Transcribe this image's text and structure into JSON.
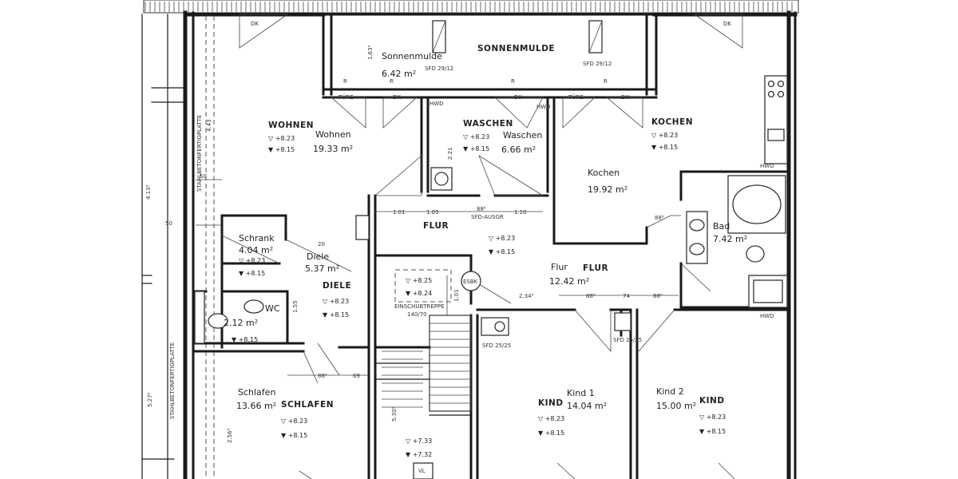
{
  "rooms": {
    "sonnenmulde": {
      "caps": "SONNENMULDE",
      "name": "Sonnenmulde",
      "area": "6.42 m²"
    },
    "wohnen": {
      "caps": "WOHNEN",
      "name": "Wohnen",
      "area": "19.33 m²",
      "lvl1": "▽ +8.23",
      "lvl2": "▼ +8.15"
    },
    "waschen": {
      "caps": "WASCHEN",
      "name": "Waschen",
      "area": "6.66 m²",
      "lvl1": "▽ +8.23",
      "lvl2": "▼ +8.15"
    },
    "kochen": {
      "caps": "KOCHEN",
      "name": "Kochen",
      "area": "19.92 m²",
      "lvl1": "▽ +8.23",
      "lvl2": "▼ +8.15"
    },
    "bad": {
      "name": "Bad",
      "area": "7.42 m²"
    },
    "schrank": {
      "name": "Schrank",
      "area": "4.04 m²",
      "lvl1": "▽ +8.23",
      "lvl2": "▼ +8.15"
    },
    "diele": {
      "caps": "DIELE",
      "name": "Diele",
      "area": "5.37 m²",
      "lvl1": "▽ +8.23",
      "lvl2": "▼ +8.15"
    },
    "wc": {
      "name": "WC",
      "area": "2.12 m²",
      "lvl": "▼ +8.15"
    },
    "flur_top": {
      "caps": "FLUR"
    },
    "flur": {
      "caps": "FLUR",
      "name": "Flur",
      "area": "12.42 m²",
      "lvl1": "▽ +8.23",
      "lvl2": "▼ +8.15"
    },
    "schlafen": {
      "caps": "SCHLAFEN",
      "name": "Schlafen",
      "area": "13.66 m²",
      "lvl1": "▽ +8.23",
      "lvl2": "▼ +8.15"
    },
    "kind1": {
      "caps": "KIND",
      "name": "Kind 1",
      "area": "14.04 m²",
      "lvl1": "▽ +8.23",
      "lvl2": "▼ +8.15"
    },
    "kind2": {
      "caps": "KIND",
      "name": "Kind 2",
      "area": "15.00 m²",
      "lvl1": "▽ +8.23",
      "lvl2": "▼ +8.15"
    },
    "treppe": {
      "lvl1": "▽ +8.25",
      "lvl2": "▼ +8.24",
      "lvl3": "▽ +7.33",
      "lvl4": "▼ +7.32"
    }
  },
  "labels": {
    "dk": "DK",
    "tuere": "TÜRE",
    "r": "R",
    "einschubtreppe": "EINSCHUBTREPPE",
    "einschub_dim": "140/70",
    "esbk": "ESBK",
    "sfd_ausgr": "SFD-AUSGR",
    "sfd_29": "SFD 29/12",
    "sfd_25": "SFD 25/25",
    "stahlbeton": "STAHLBETONFERTIGPLATTE",
    "hwd": "HWD",
    "vl": "VL"
  },
  "dims": {
    "d101": "1.01",
    "d105": "1.05",
    "d110": "1.10",
    "d88": "88⁵",
    "d74": "74",
    "d69": "69",
    "d50": "50",
    "d20": "20",
    "d234": "2.34⁵",
    "d443": "4.43",
    "d413": "4.13⁵",
    "d527": "5.27⁵",
    "d256": "2.56⁵",
    "d221": "2.21",
    "d163": "1.63⁵",
    "d330": "5.30⁵",
    "d101v": "1.01",
    "d155": "1.55"
  }
}
